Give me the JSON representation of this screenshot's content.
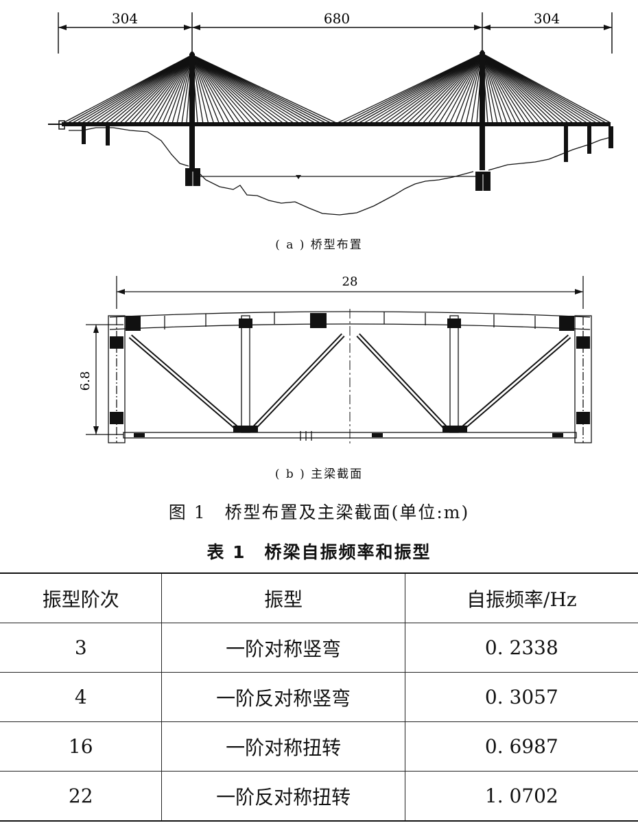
{
  "figure_a": {
    "dimensions": [
      "304",
      "680",
      "304"
    ],
    "subcaption": "( a ) 桥型布置"
  },
  "figure_b": {
    "width_dim": "28",
    "height_dim": "6.8",
    "subcaption": "( b ) 主梁截面"
  },
  "figure_caption": "图 1　桥型布置及主梁截面(单位:m)",
  "table": {
    "caption": "表 1　桥梁自振频率和振型",
    "headers": [
      "振型阶次",
      "振型",
      "自振频率/Hz"
    ],
    "rows": [
      [
        "3",
        "一阶对称竖弯",
        "0. 2338"
      ],
      [
        "4",
        "一阶反对称竖弯",
        "0. 3057"
      ],
      [
        "16",
        "一阶对称扭转",
        "0. 6987"
      ],
      [
        "22",
        "一阶反对称扭转",
        "1. 0702"
      ]
    ]
  }
}
